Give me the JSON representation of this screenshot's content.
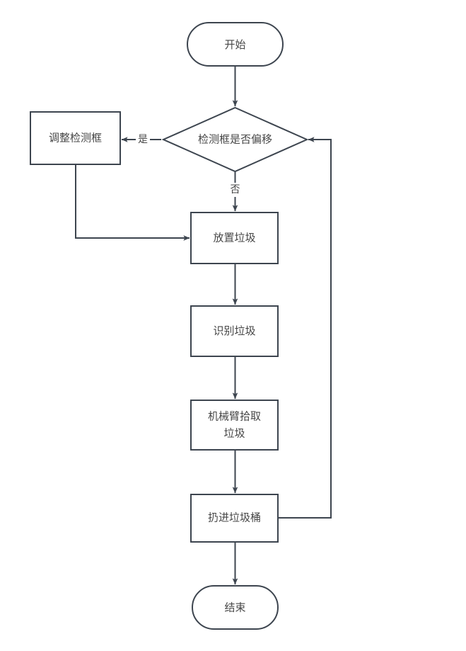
{
  "diagram": {
    "type": "flowchart",
    "orientation": "top-to-bottom",
    "colors": {
      "stroke": "#3d454f",
      "node_fill": "#ffffff",
      "text": "#474747",
      "background": "#ffffff"
    },
    "nodes": [
      {
        "id": "start",
        "shape": "stadium",
        "label": "开始",
        "lines": [
          "开始"
        ]
      },
      {
        "id": "decision",
        "shape": "diamond",
        "label": "检测框是否偏移",
        "lines": [
          "检测框是否偏移"
        ]
      },
      {
        "id": "adjust",
        "shape": "rectangle",
        "label": "调整检测框",
        "lines": [
          "调整检测框"
        ]
      },
      {
        "id": "place",
        "shape": "rectangle",
        "label": "放置垃圾",
        "lines": [
          "放置垃圾"
        ]
      },
      {
        "id": "recognize",
        "shape": "rectangle",
        "label": "识别垃圾",
        "lines": [
          "识别垃圾"
        ]
      },
      {
        "id": "pick",
        "shape": "rectangle",
        "label": "机械臂拾取垃圾",
        "lines": [
          "机械臂拾取",
          "垃圾"
        ]
      },
      {
        "id": "throw",
        "shape": "rectangle",
        "label": "扔进垃圾桶",
        "lines": [
          "扔进垃圾桶"
        ]
      },
      {
        "id": "end",
        "shape": "stadium",
        "label": "结束",
        "lines": [
          "结束"
        ]
      }
    ],
    "edges": [
      {
        "id": "e-start-decision",
        "from": "start",
        "to": "decision",
        "label": ""
      },
      {
        "id": "e-decision-adjust",
        "from": "decision",
        "to": "adjust",
        "label": "是"
      },
      {
        "id": "e-decision-place",
        "from": "decision",
        "to": "place",
        "label": "否"
      },
      {
        "id": "e-adjust-place",
        "from": "adjust",
        "to": "place",
        "label": ""
      },
      {
        "id": "e-place-recognize",
        "from": "place",
        "to": "recognize",
        "label": ""
      },
      {
        "id": "e-recognize-pick",
        "from": "recognize",
        "to": "pick",
        "label": ""
      },
      {
        "id": "e-pick-throw",
        "from": "pick",
        "to": "throw",
        "label": ""
      },
      {
        "id": "e-throw-decision",
        "from": "throw",
        "to": "decision",
        "label": ""
      },
      {
        "id": "e-throw-end",
        "from": "throw",
        "to": "end",
        "label": ""
      }
    ]
  }
}
